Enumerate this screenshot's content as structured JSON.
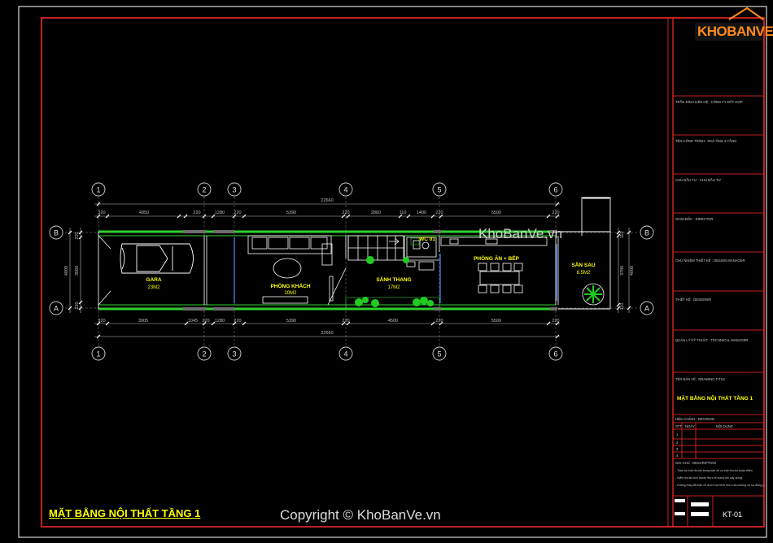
{
  "drawing": {
    "title": "MẶT BẰNG NỘI THẤT TẦNG 1",
    "copyright": "Copyright © KhoBanVe.vn",
    "watermark": "KhoBanVe.vn",
    "logo": "KHOBANVE",
    "colors": {
      "background": "#000000",
      "frame": "#ff2a2a",
      "wall": "#2fd12f",
      "text": "#ffff00",
      "dim": "#bfbfbf",
      "grid": "#d0d0d0",
      "plant": "#22cc22"
    }
  },
  "grid_labels": {
    "columns": [
      "1",
      "2",
      "3",
      "4",
      "5",
      "6"
    ],
    "rows": [
      "B",
      "A"
    ]
  },
  "dims": {
    "top_total": "22660",
    "top_segments": [
      "320",
      "4950",
      "220",
      "1280",
      "220",
      "5390",
      "220",
      "2860",
      "110",
      "1400",
      "220",
      "5500",
      "220"
    ],
    "bottom_total": "22660",
    "bottom_segments": [
      "320",
      "3905",
      "1045",
      "220",
      "1280",
      "220",
      "5390",
      "220",
      "4500",
      "220",
      "5500",
      "220"
    ],
    "left_total": "4000",
    "left_segments": [
      "220",
      "3560",
      "220"
    ],
    "right_total": "4000",
    "right_segments": [
      "110",
      "3780",
      "110"
    ]
  },
  "rooms": [
    {
      "name": "GARA",
      "area": "23M2"
    },
    {
      "name": "PHÒNG KHÁCH",
      "area": "20M2"
    },
    {
      "name": "SẢNH THANG",
      "area": "17M2"
    },
    {
      "name": "WC 01",
      "area": ""
    },
    {
      "name": "PHÒNG ĂN + BẾP",
      "area": ""
    },
    {
      "name": "SÂN SAU",
      "area": "8.5M2"
    }
  ],
  "title_block": {
    "rows": [
      "TRẦN ĐÌNH LIÊN HỆ : CÔNG TY ĐẤT HỢP",
      "TÊN CÔNG TRÌNH : NHÀ ỐNG 3 TẦNG",
      "CHỦ ĐẦU TƯ : CHỦ ĐẦU TƯ",
      "GIÁM ĐỐC : DIRECTOR",
      "CHỦ NHIỆM THIẾT KẾ : DESIGN MANAGER",
      "THIẾT KẾ : DESIGNER",
      "QUẢN LÝ KỸ THUẬT : TECHNICAL MANAGER",
      "TÊN BẢN VẼ : DRAWING TITLE",
      "MẶT BẰNG NỘI THẤT TẦNG 1",
      "HIỆU CHỈNH : REVISION",
      "GHI CHÚ : DESCRIPTION",
      "KT-01"
    ],
    "rev_headers": [
      "STT",
      "NGÀY",
      "NỘI DUNG"
    ],
    "rev_rows": [
      "1",
      "2",
      "3",
      "4"
    ],
    "notes": [
      "- Toàn bộ kích thước trong bản vẽ có kích thước hoàn thiện.",
      "- Kiểm tra lại kích thước thực tế trước khi xây dựng.",
      "- Không thay đổi bản vẽ dưới mọi hình thức nếu không có sự đồng ý."
    ]
  }
}
